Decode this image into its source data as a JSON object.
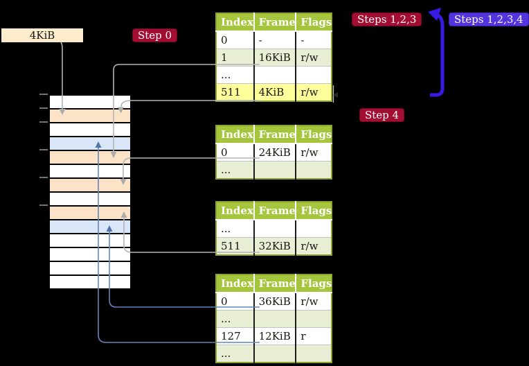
{
  "labels": {
    "page_size_label": "4KiB",
    "step0": "Step 0",
    "steps_123": "Steps 1,2,3",
    "steps_1234": "Steps 1,2,3,4",
    "step4": "Step 4"
  },
  "colors": {
    "badge_red": "#a30d31",
    "badge_blue": "#5434dd",
    "recursive_arrow_blue": "#371be3",
    "connector_gray": "#b4b4b4",
    "connector_steelblue": "#6286bb",
    "table_header_green": "#a5c53d",
    "table_row_green": "#e9efd5",
    "table_border_olive": "#8ca330",
    "highlight_yellow": "#ffff9c",
    "frame_page_table_orange": "#fce3c8",
    "frame_mapped_blue": "#d9e6f8",
    "label_cream": "#fceccb"
  },
  "page_tables": [
    {
      "name": "level-4-table",
      "headers": [
        "Index",
        "Frame",
        "Flags"
      ],
      "rows": [
        {
          "cells": [
            "0",
            "-",
            "-"
          ],
          "highlight": false
        },
        {
          "cells": [
            "1",
            "16KiB",
            "r/w"
          ],
          "highlight": false
        },
        {
          "cells": [
            "...",
            "",
            ""
          ],
          "highlight": false
        },
        {
          "cells": [
            "511",
            "4KiB",
            "r/w"
          ],
          "highlight": true
        }
      ]
    },
    {
      "name": "level-3-table",
      "headers": [
        "Index",
        "Frame",
        "Flags"
      ],
      "rows": [
        {
          "cells": [
            "0",
            "24KiB",
            "r/w"
          ],
          "highlight": false
        },
        {
          "cells": [
            "...",
            "",
            ""
          ],
          "highlight": false
        }
      ]
    },
    {
      "name": "level-2-table",
      "headers": [
        "Index",
        "Frame",
        "Flags"
      ],
      "rows": [
        {
          "cells": [
            "...",
            "",
            ""
          ],
          "highlight": false
        },
        {
          "cells": [
            "511",
            "32KiB",
            "r/w"
          ],
          "highlight": false
        }
      ]
    },
    {
      "name": "level-1-table",
      "headers": [
        "Index",
        "Frame",
        "Flags"
      ],
      "rows": [
        {
          "cells": [
            "0",
            "36KiB",
            "r/w"
          ],
          "highlight": false
        },
        {
          "cells": [
            "...",
            "",
            ""
          ],
          "highlight": false
        },
        {
          "cells": [
            "127",
            "12KiB",
            "r"
          ],
          "highlight": false
        },
        {
          "cells": [
            "...",
            "",
            ""
          ],
          "highlight": false
        }
      ]
    }
  ],
  "physical_memory": {
    "rows": [
      "empty",
      "page-table",
      "empty",
      "mapped",
      "page-table",
      "empty",
      "page-table",
      "empty",
      "page-table",
      "mapped",
      "empty",
      "empty",
      "empty",
      "empty"
    ]
  }
}
